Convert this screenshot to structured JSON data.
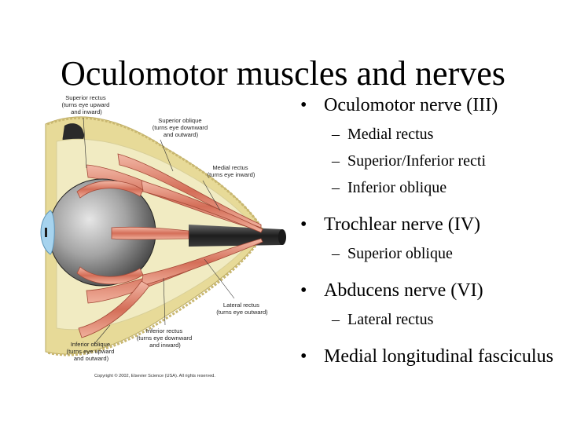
{
  "slide": {
    "title": "Oculomotor muscles and nerves"
  },
  "bullets": [
    {
      "text": "Oculomotor nerve (III)",
      "subs": [
        "Medial rectus",
        "Superior/Inferior recti",
        "Inferior oblique"
      ]
    },
    {
      "text": "Trochlear nerve (IV)",
      "subs": [
        "Superior oblique"
      ]
    },
    {
      "text": "Abducens nerve (VI)",
      "subs": [
        "Lateral rectus"
      ]
    },
    {
      "text": "Medial longitudinal fasciculus",
      "subs": []
    }
  ],
  "figure": {
    "labels": {
      "superior_rectus": [
        "Superior rectus",
        "(turns eye upward",
        "and inward)"
      ],
      "superior_oblique": [
        "Superior oblique",
        "(turns eye downward",
        "and outward)"
      ],
      "medial_rectus": [
        "Medial rectus",
        "(turns eye inward)"
      ],
      "lateral_rectus": [
        "Lateral rectus",
        "(turns eye outward)"
      ],
      "inferior_rectus": [
        "Inferior rectus",
        "(turns eye downward",
        "and inward)"
      ],
      "inferior_oblique": [
        "Inferior oblique",
        "(turns eye upward",
        "and outward)"
      ]
    },
    "copyright": "Copyright © 2002, Elsevier Science (USA). All rights reserved.",
    "colors": {
      "bone": "#e8dc9a",
      "fat": "#f1ecc4",
      "muscle": "#d9735f",
      "muscle_light": "#f0b6a4",
      "eyeball_dark": "#3a3a3a",
      "eyeball_light": "#d8d8d8",
      "cornea": "#a6d3ee",
      "nerve": "#2d2d2d"
    }
  }
}
